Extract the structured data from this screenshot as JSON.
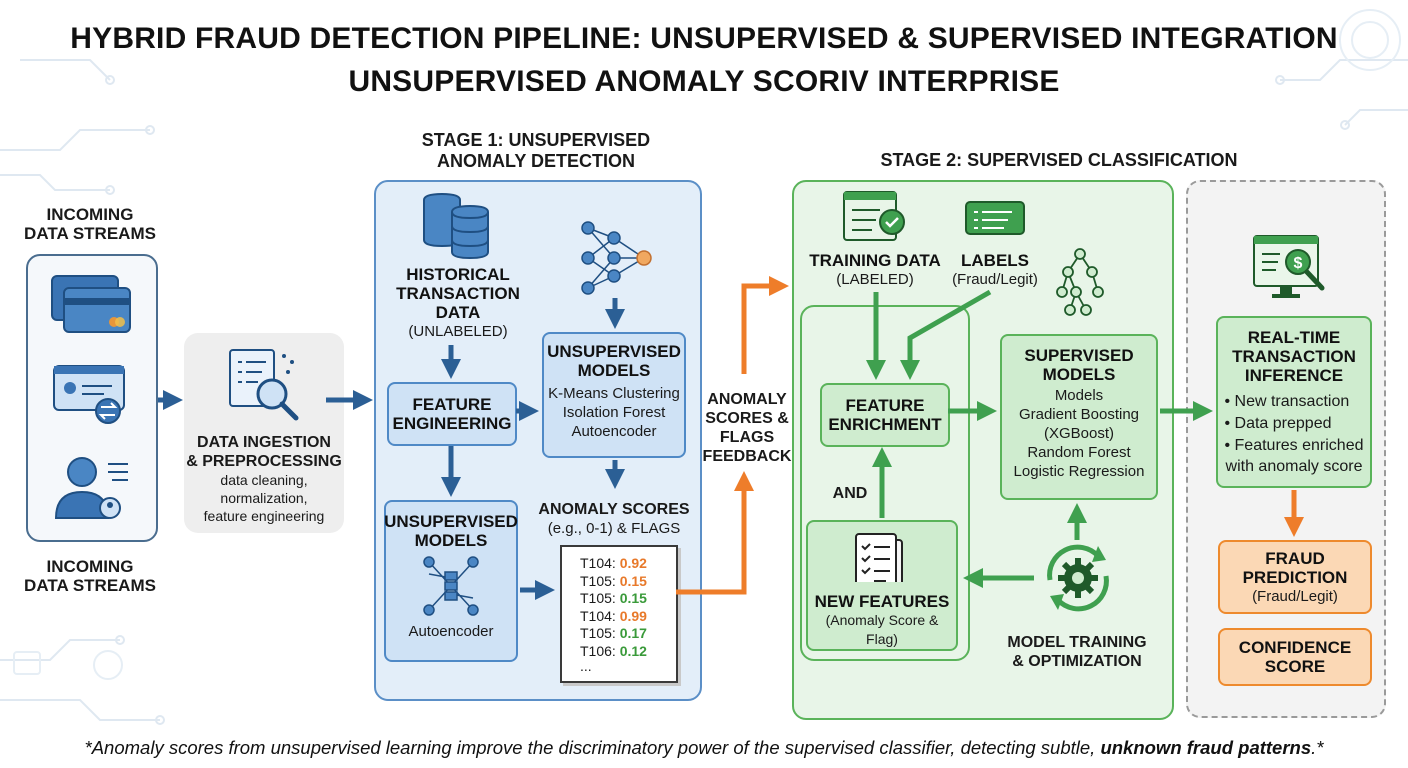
{
  "title": {
    "line1": "HYBRID FRAUD DETECTION PIPELINE: UNSUPERVISED & SUPERVISED INTEGRATION",
    "line2": "UNSUPERVISED ANOMALY SCORIV INTERPRISE"
  },
  "incoming": {
    "top_label_1": "INCOMING",
    "top_label_2": "DATA STREAMS",
    "bottom_label_1": "INCOMING",
    "bottom_label_2": "DATA STREAMS"
  },
  "ingestion": {
    "title_1": "DATA INGESTION",
    "title_2": "& PREPROCESSING",
    "desc_1": "data cleaning,",
    "desc_2": "normalization,",
    "desc_3": "feature engineering"
  },
  "stage1": {
    "title_1": "STAGE 1: UNSUPERVISED",
    "title_2": "ANOMALY DETECTION",
    "historical_1": "HISTORICAL",
    "historical_2": "TRANSACTION",
    "historical_3": "DATA",
    "historical_4": "(UNLABELED)",
    "feature_eng_1": "FEATURE",
    "feature_eng_2": "ENGINEERING",
    "models_top_title_1": "UNSUPERVISED",
    "models_top_title_2": "MODELS",
    "models_top_items": [
      "K-Means Clustering",
      "Isolation Forest",
      "Autoencoder"
    ],
    "models_bottom_title_1": "UNSUPERVISED",
    "models_bottom_title_2": "MODELS",
    "models_bottom_item": "Autoencoder",
    "scores_title_1": "ANOMALY SCORES",
    "scores_title_2": "(e.g., 0-1) & FLAGS",
    "scores": [
      {
        "id": "T104:",
        "value": "0.92",
        "color": "#e8792a"
      },
      {
        "id": "T105:",
        "value": "0.15",
        "color": "#e8792a"
      },
      {
        "id": "T105:",
        "value": "0.15",
        "color": "#3a9a3a"
      },
      {
        "id": "T104:",
        "value": "0.99",
        "color": "#e8792a"
      },
      {
        "id": "T105:",
        "value": "0.17",
        "color": "#3a9a3a"
      },
      {
        "id": "T106:",
        "value": "0.12",
        "color": "#3a9a3a"
      }
    ],
    "scores_more": "..."
  },
  "feedback": {
    "line1": "ANOMALY",
    "line2": "SCORES &",
    "line3": "FLAGS",
    "line4": "FEEDBACK"
  },
  "stage2": {
    "title": "STAGE 2: SUPERVISED CLASSIFICATION",
    "training_1": "TRAINING DATA",
    "training_2": "(LABELED)",
    "labels_1": "LABELS",
    "labels_2": "(Fraud/Legit)",
    "enrichment_1": "FEATURE",
    "enrichment_2": "ENRICHMENT",
    "and_label": "AND",
    "new_features_1": "NEW FEATURES",
    "new_features_2": "(Anomaly Score & Flag)",
    "supervised_title_1": "SUPERVISED",
    "supervised_title_2": "MODELS",
    "supervised_items": [
      "Models",
      "Gradient Boosting",
      "(XGBoost)",
      "Random Forest",
      "Logistic Regression"
    ],
    "training_opt_1": "MODEL TRAINING",
    "training_opt_2": "& OPTIMIZATION"
  },
  "inference": {
    "title_1": "REAL-TIME",
    "title_2": "TRANSACTION",
    "title_3": "INFERENCE",
    "bullets": [
      "New transaction",
      "Data prepped",
      "Features enriched"
    ],
    "bullet_cont": "with anomaly score",
    "prediction_1": "FRAUD",
    "prediction_2": "PREDICTION",
    "prediction_3": "(Fraud/Legit)",
    "confidence_1": "CONFIDENCE",
    "confidence_2": "SCORE"
  },
  "footnote": {
    "pre": "*Anomaly scores from unsupervised learning improve the discriminatory power of the supervised classifier, detecting subtle, ",
    "emph": "unknown fraud patterns",
    "post": ".*"
  },
  "colors": {
    "blue_arrow": "#2b5f95",
    "green_arrow": "#3fa04f",
    "orange_arrow": "#ee7d2a",
    "icon_blue": "#2f6aa6"
  }
}
